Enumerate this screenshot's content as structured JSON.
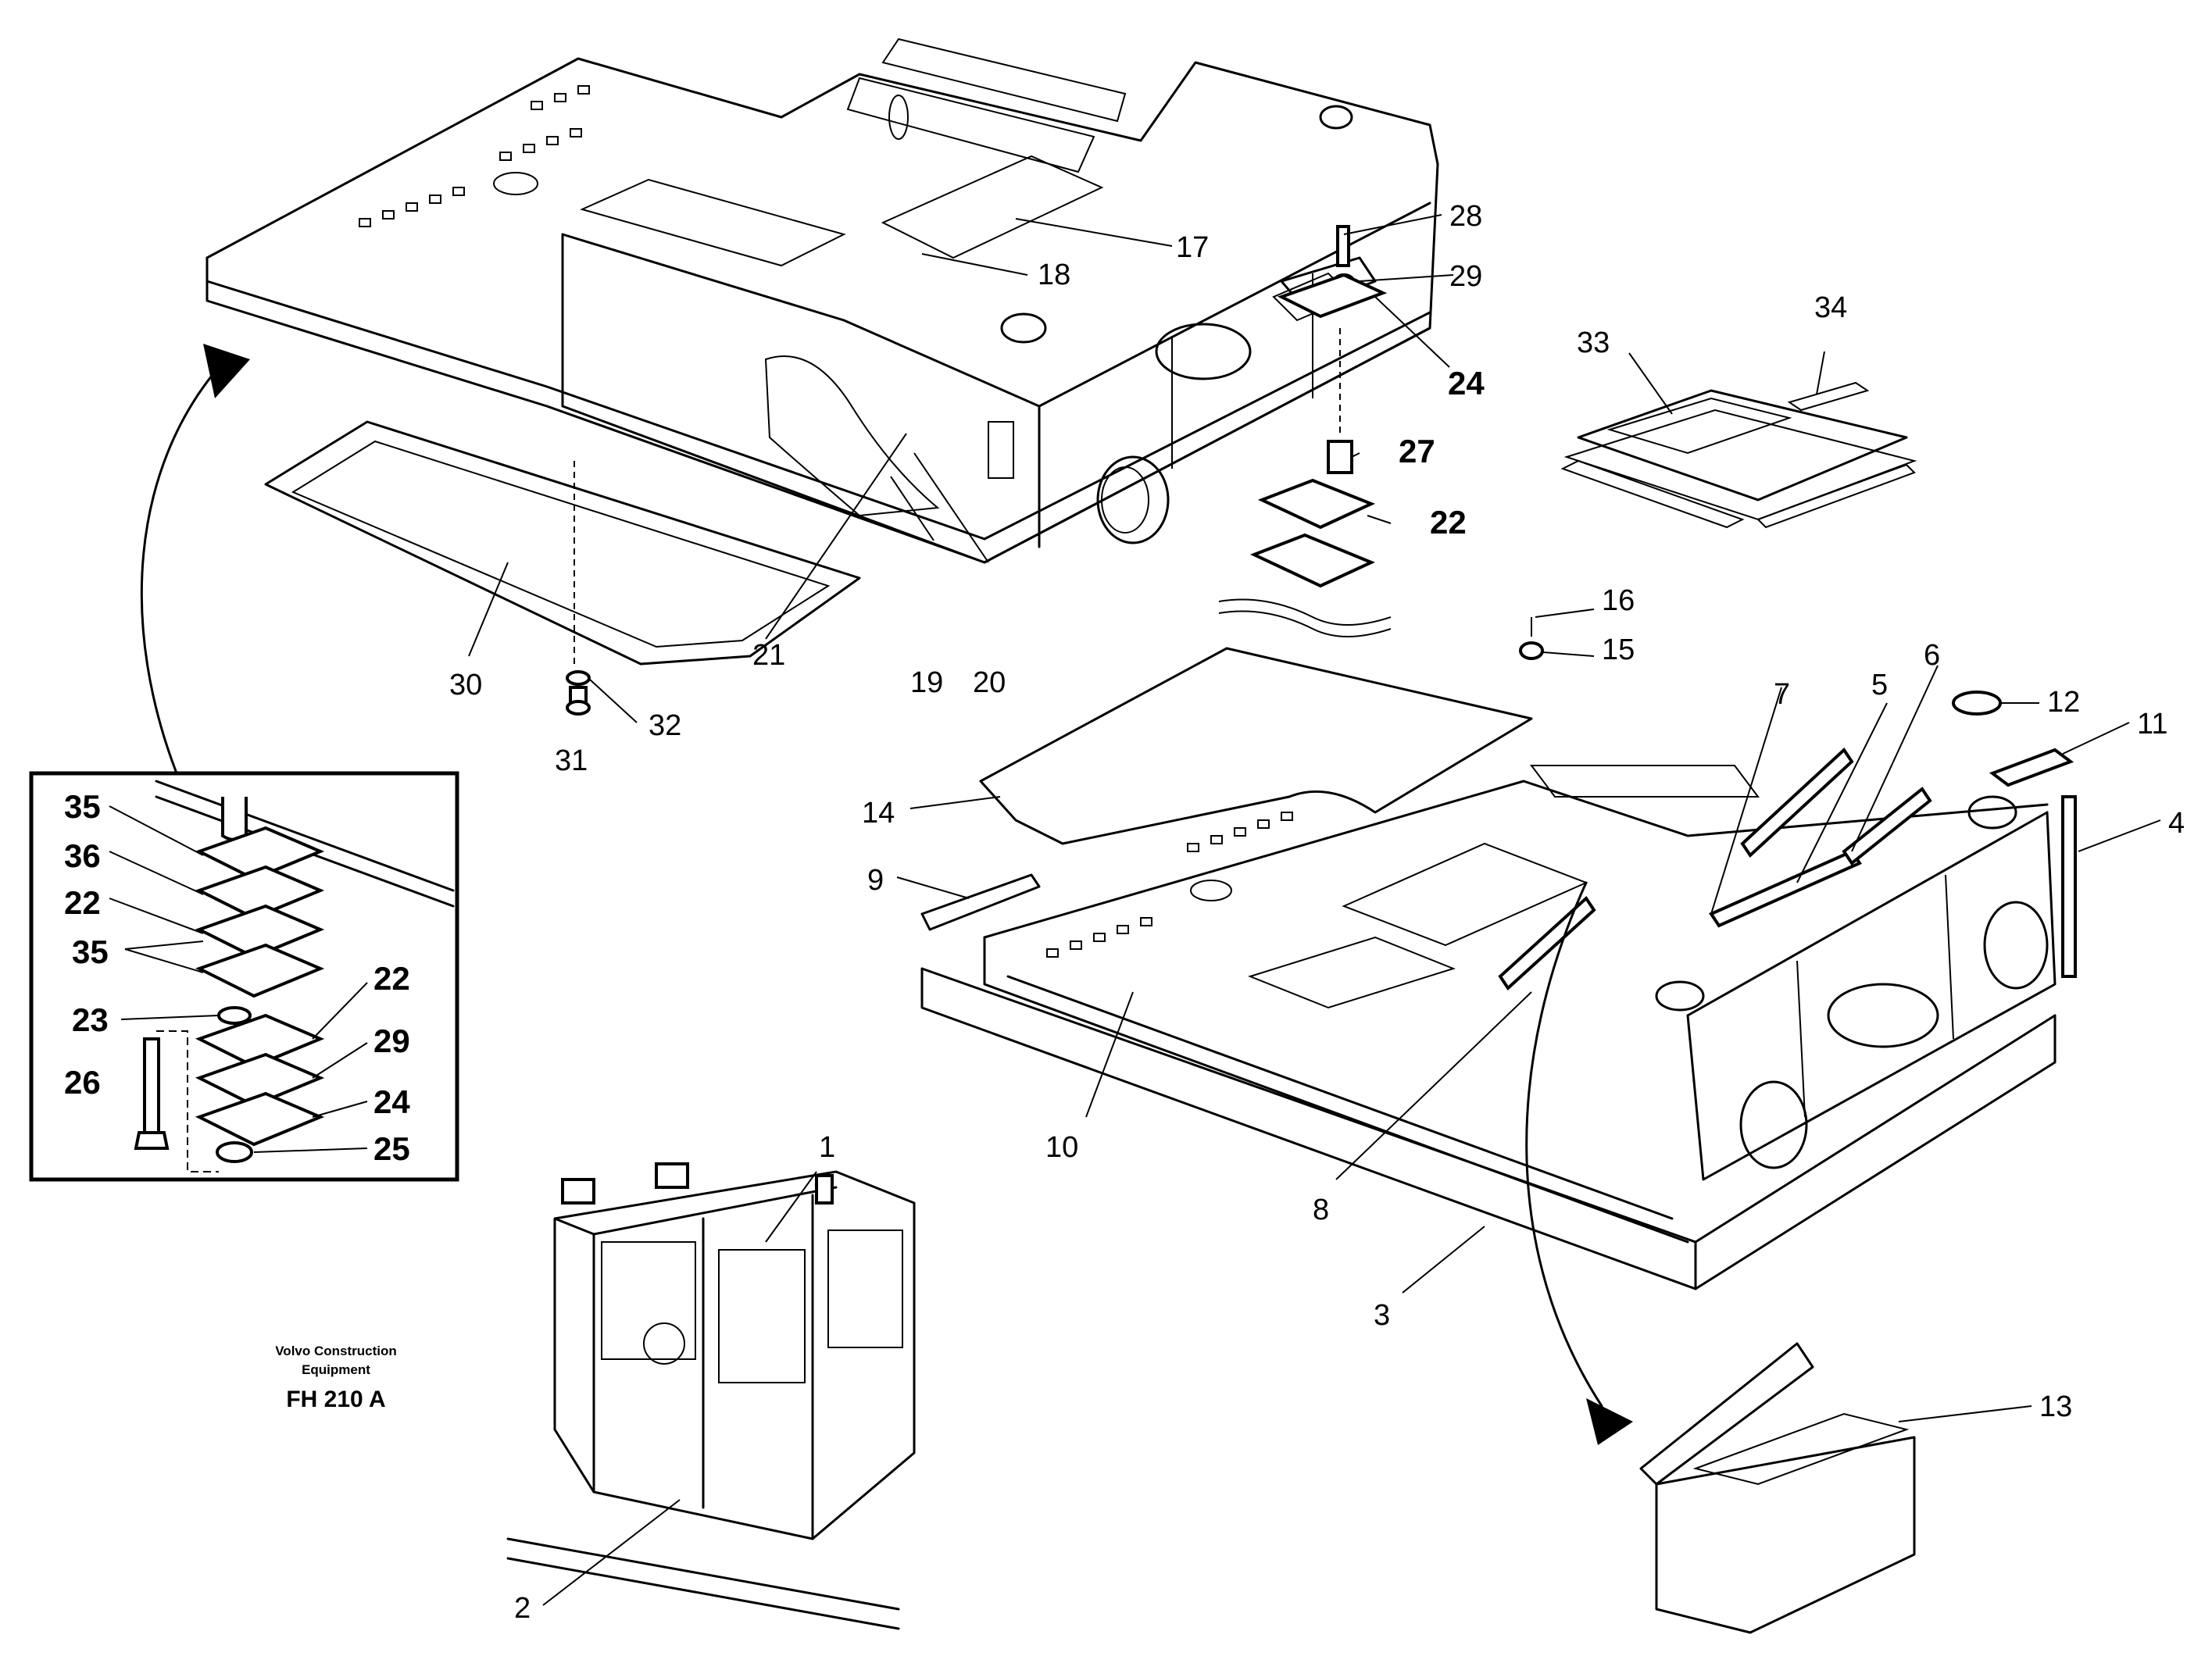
{
  "diagram": {
    "footer": {
      "company_line1": "Volvo Construction",
      "company_line2": "Equipment",
      "model": "FH 210 A"
    },
    "callouts": [
      {
        "id": "c1",
        "label": "1"
      },
      {
        "id": "c2",
        "label": "2"
      },
      {
        "id": "c3",
        "label": "3"
      },
      {
        "id": "c4",
        "label": "4"
      },
      {
        "id": "c5",
        "label": "5"
      },
      {
        "id": "c6",
        "label": "6"
      },
      {
        "id": "c7",
        "label": "7"
      },
      {
        "id": "c8",
        "label": "8"
      },
      {
        "id": "c9",
        "label": "9"
      },
      {
        "id": "c10",
        "label": "10"
      },
      {
        "id": "c11",
        "label": "11"
      },
      {
        "id": "c12",
        "label": "12"
      },
      {
        "id": "c13",
        "label": "13"
      },
      {
        "id": "c14",
        "label": "14"
      },
      {
        "id": "c15",
        "label": "15"
      },
      {
        "id": "c16",
        "label": "16"
      },
      {
        "id": "c17",
        "label": "17"
      },
      {
        "id": "c18",
        "label": "18"
      },
      {
        "id": "c19",
        "label": "19"
      },
      {
        "id": "c20",
        "label": "20"
      },
      {
        "id": "c21",
        "label": "21"
      },
      {
        "id": "c22a",
        "label": "22"
      },
      {
        "id": "c24a",
        "label": "24"
      },
      {
        "id": "c27",
        "label": "27"
      },
      {
        "id": "c28",
        "label": "28"
      },
      {
        "id": "c29a",
        "label": "29"
      },
      {
        "id": "c30",
        "label": "30"
      },
      {
        "id": "c31",
        "label": "31"
      },
      {
        "id": "c32",
        "label": "32"
      },
      {
        "id": "c33",
        "label": "33"
      },
      {
        "id": "c34",
        "label": "34"
      },
      {
        "id": "i35a",
        "label": "35"
      },
      {
        "id": "i36",
        "label": "36"
      },
      {
        "id": "i22b",
        "label": "22"
      },
      {
        "id": "i35b",
        "label": "35"
      },
      {
        "id": "i23",
        "label": "23"
      },
      {
        "id": "i22c",
        "label": "22"
      },
      {
        "id": "i29b",
        "label": "29"
      },
      {
        "id": "i26",
        "label": "26"
      },
      {
        "id": "i24b",
        "label": "24"
      },
      {
        "id": "i25",
        "label": "25"
      }
    ]
  }
}
